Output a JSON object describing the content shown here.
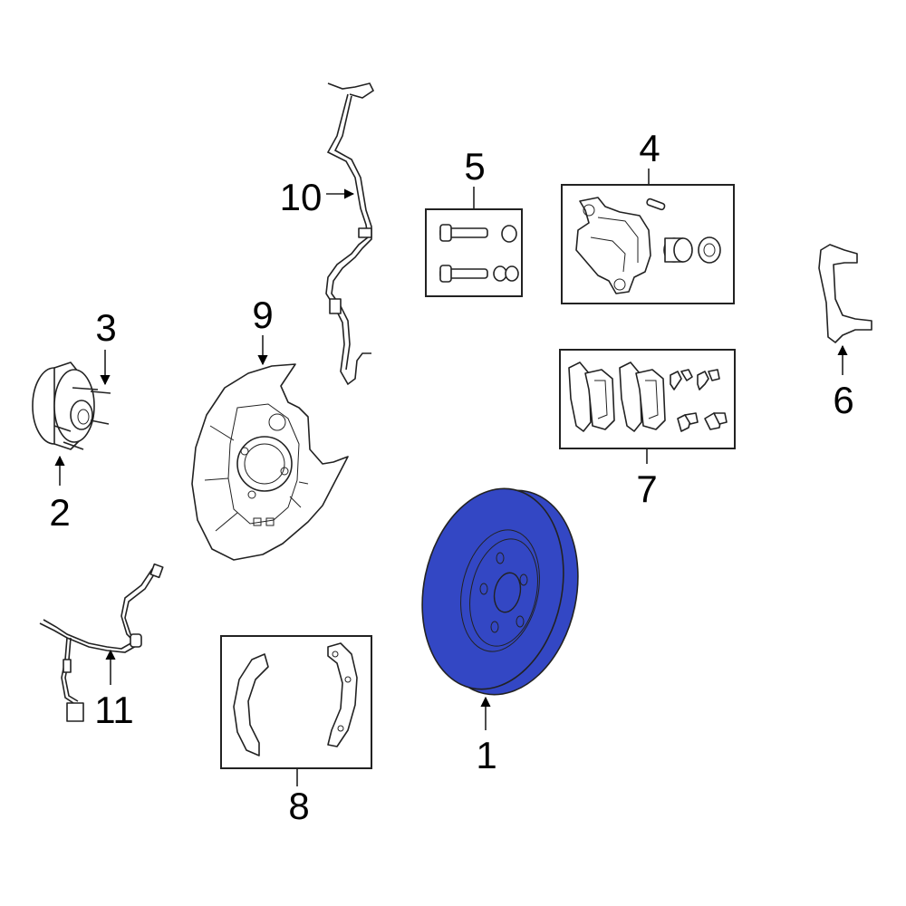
{
  "callouts": {
    "c1": "1",
    "c2": "2",
    "c3": "3",
    "c4": "4",
    "c5": "5",
    "c6": "6",
    "c7": "7",
    "c8": "8",
    "c9": "9",
    "c10": "10",
    "c11": "11"
  },
  "colors": {
    "highlight": "#3347c4",
    "line": "#222222",
    "background": "#ffffff"
  },
  "highlighted_part": "1"
}
